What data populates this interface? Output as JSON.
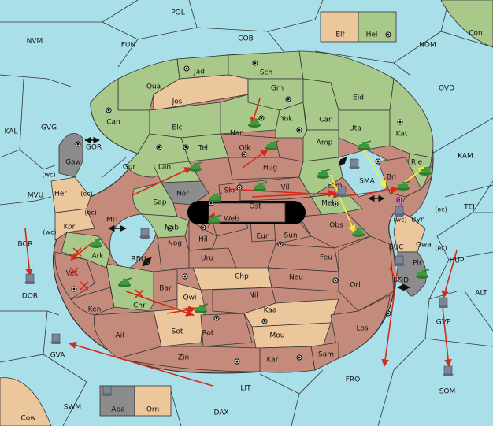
{
  "colors": {
    "sea": "#a9dfe8",
    "green": "#a9c98b",
    "rust": "#c48b7c",
    "tan": "#ecc79c",
    "gray": "#8c8c8c",
    "order_red": "#d42a1a",
    "order_yellow": "#f5f03a",
    "order_magenta": "#e040e0",
    "unit_green": "#3c9a3c",
    "unit_gray": "#7b8797"
  },
  "sea_labels": [
    {
      "id": "pol",
      "text": "POL"
    },
    {
      "id": "cob",
      "text": "COB"
    },
    {
      "id": "fun",
      "text": "FUN"
    },
    {
      "id": "nvm",
      "text": "NVM"
    },
    {
      "id": "nom",
      "text": "NOM"
    },
    {
      "id": "ovd",
      "text": "OVD"
    },
    {
      "id": "kal",
      "text": "KAL"
    },
    {
      "id": "gvg",
      "text": "GVG"
    },
    {
      "id": "gor",
      "text": "GOR"
    },
    {
      "id": "mvu",
      "text": "MVU"
    },
    {
      "id": "mit",
      "text": "MIT"
    },
    {
      "id": "rbu",
      "text": "RBU"
    },
    {
      "id": "bor",
      "text": "BOR"
    },
    {
      "id": "dor",
      "text": "DOR"
    },
    {
      "id": "gva",
      "text": "GVA"
    },
    {
      "id": "swm",
      "text": "SWM"
    },
    {
      "id": "dax",
      "text": "DAX"
    },
    {
      "id": "lit",
      "text": "LIT"
    },
    {
      "id": "fro",
      "text": "FRO"
    },
    {
      "id": "som",
      "text": "SOM"
    },
    {
      "id": "gvp",
      "text": "GVP"
    },
    {
      "id": "alt",
      "text": "ALT"
    },
    {
      "id": "hup",
      "text": "HUP"
    },
    {
      "id": "tei",
      "text": "TEI"
    },
    {
      "id": "kam",
      "text": "KAM"
    },
    {
      "id": "sma",
      "text": "SMA"
    },
    {
      "id": "bod",
      "text": "BOD"
    },
    {
      "id": "buc",
      "text": "BUC"
    }
  ],
  "land_labels": [
    {
      "id": "jad",
      "text": "Jad"
    },
    {
      "id": "sch",
      "text": "Sch"
    },
    {
      "id": "qua",
      "text": "Qua"
    },
    {
      "id": "jos",
      "text": "Jos"
    },
    {
      "id": "grh",
      "text": "Grh"
    },
    {
      "id": "eld",
      "text": "Eld"
    },
    {
      "id": "can",
      "text": "Can"
    },
    {
      "id": "nar",
      "text": "Nar"
    },
    {
      "id": "yok",
      "text": "Yok"
    },
    {
      "id": "car",
      "text": "Car"
    },
    {
      "id": "uta",
      "text": "Uta"
    },
    {
      "id": "kat",
      "text": "Kat"
    },
    {
      "id": "elc",
      "text": "Elc"
    },
    {
      "id": "tel",
      "text": "Tel"
    },
    {
      "id": "olk",
      "text": "Olk"
    },
    {
      "id": "amp",
      "text": "Amp"
    },
    {
      "id": "gur",
      "text": "Gur"
    },
    {
      "id": "lan",
      "text": "Lan"
    },
    {
      "id": "hug",
      "text": "Hug"
    },
    {
      "id": "rie",
      "text": "Rie"
    },
    {
      "id": "gaw",
      "text": "Gaw"
    },
    {
      "id": "nor",
      "text": "Nor"
    },
    {
      "id": "skr",
      "text": "Skr"
    },
    {
      "id": "vil",
      "text": "Vil"
    },
    {
      "id": "esm",
      "text": "Esm"
    },
    {
      "id": "bri",
      "text": "Bri"
    },
    {
      "id": "her",
      "text": "Her"
    },
    {
      "id": "sap",
      "text": "Sap"
    },
    {
      "id": "web",
      "text": "Web"
    },
    {
      "id": "ost",
      "text": "Ost"
    },
    {
      "id": "mel",
      "text": "Mel"
    },
    {
      "id": "byn",
      "text": "Byn"
    },
    {
      "id": "kor",
      "text": "Kor"
    },
    {
      "id": "nab",
      "text": "Nab"
    },
    {
      "id": "hil",
      "text": "Hil"
    },
    {
      "id": "eun",
      "text": "Eun"
    },
    {
      "id": "sun",
      "text": "Sun"
    },
    {
      "id": "obs",
      "text": "Obs"
    },
    {
      "id": "gwa",
      "text": "Gwa"
    },
    {
      "id": "ark",
      "text": "Ark"
    },
    {
      "id": "nog",
      "text": "Nog"
    },
    {
      "id": "uru",
      "text": "Uru"
    },
    {
      "id": "feu",
      "text": "Feu"
    },
    {
      "id": "pir",
      "text": "Pir"
    },
    {
      "id": "ver",
      "text": "Ver"
    },
    {
      "id": "chp",
      "text": "Chp"
    },
    {
      "id": "neu",
      "text": "Neu"
    },
    {
      "id": "bar",
      "text": "Bar"
    },
    {
      "id": "qwi",
      "text": "Qwi"
    },
    {
      "id": "orl",
      "text": "Orl"
    },
    {
      "id": "ken",
      "text": "Ken"
    },
    {
      "id": "chr",
      "text": "Chr"
    },
    {
      "id": "nil",
      "text": "Nil"
    },
    {
      "id": "kaa",
      "text": "Kaa"
    },
    {
      "id": "sot",
      "text": "Sot"
    },
    {
      "id": "rot",
      "text": "Rot"
    },
    {
      "id": "los",
      "text": "Los"
    },
    {
      "id": "ail",
      "text": "Ail"
    },
    {
      "id": "mou",
      "text": "Mou"
    },
    {
      "id": "zin",
      "text": "Zin"
    },
    {
      "id": "kar",
      "text": "Kar"
    },
    {
      "id": "sam",
      "text": "Sam"
    },
    {
      "id": "elf",
      "text": "Elf"
    },
    {
      "id": "hel",
      "text": "Hel"
    },
    {
      "id": "con",
      "text": "Con"
    },
    {
      "id": "aba",
      "text": "Aba"
    },
    {
      "id": "orn",
      "text": "Orn"
    },
    {
      "id": "cow",
      "text": "Cow"
    }
  ],
  "coast_labels": [
    {
      "id": "wc1",
      "text": "(wc)"
    },
    {
      "id": "ec1",
      "text": "(ec)"
    },
    {
      "id": "ec2",
      "text": "(ec)"
    },
    {
      "id": "wc2",
      "text": "(wc)"
    },
    {
      "id": "ec3",
      "text": "(ec)"
    },
    {
      "id": "wc3",
      "text": "(wc)"
    },
    {
      "id": "ec4",
      "text": "(ec)"
    }
  ]
}
